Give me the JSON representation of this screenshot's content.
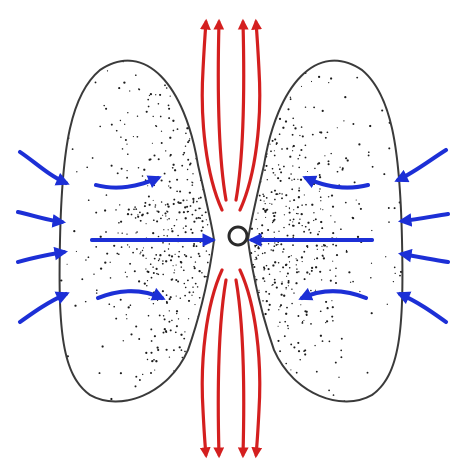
{
  "diagram": {
    "colors": {
      "background": "#ffffff",
      "lobe_outline": "#3a3a3a",
      "stipple": "#1c1c1c",
      "inflow_arrow": "#1c2fd6",
      "outflow_arrow": "#d41f1f",
      "center_ring": "#2a2a2a"
    },
    "elements": {
      "lobes": [
        "left-lobe",
        "right-lobe"
      ],
      "inflow_arrows_per_side": 7,
      "outflow_arrows": 8,
      "center_marker": "ring"
    }
  }
}
